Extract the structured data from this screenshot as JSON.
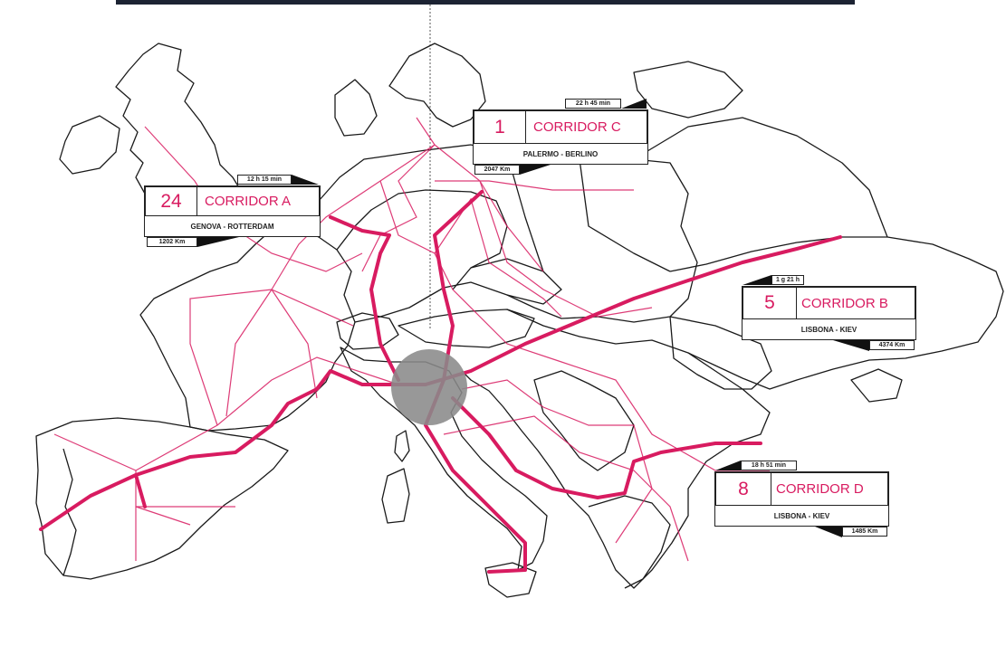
{
  "map": {
    "hub_color": "#8a8a8a",
    "route_color": "#d81b60",
    "border_color": "#1a1a1a"
  },
  "corridors": [
    {
      "id": "a",
      "number": "24",
      "name": "CORRIDOR A",
      "route": "GENOVA - ROTTERDAM",
      "time": "12 h 15 min",
      "distance": "1202 Km"
    },
    {
      "id": "c",
      "number": "1",
      "name": "CORRIDOR C",
      "route": "PALERMO - BERLINO",
      "time": "22 h 45 min",
      "distance": "2047 Km"
    },
    {
      "id": "b",
      "number": "5",
      "name": "CORRIDOR B",
      "route": "LISBONA - KIEV",
      "time": "1 g 21 h",
      "distance": "4374 Km"
    },
    {
      "id": "d",
      "number": "8",
      "name": "CORRIDOR D",
      "route": "LISBONA - KIEV",
      "time": "18 h 51 min",
      "distance": "1485 Km"
    }
  ]
}
